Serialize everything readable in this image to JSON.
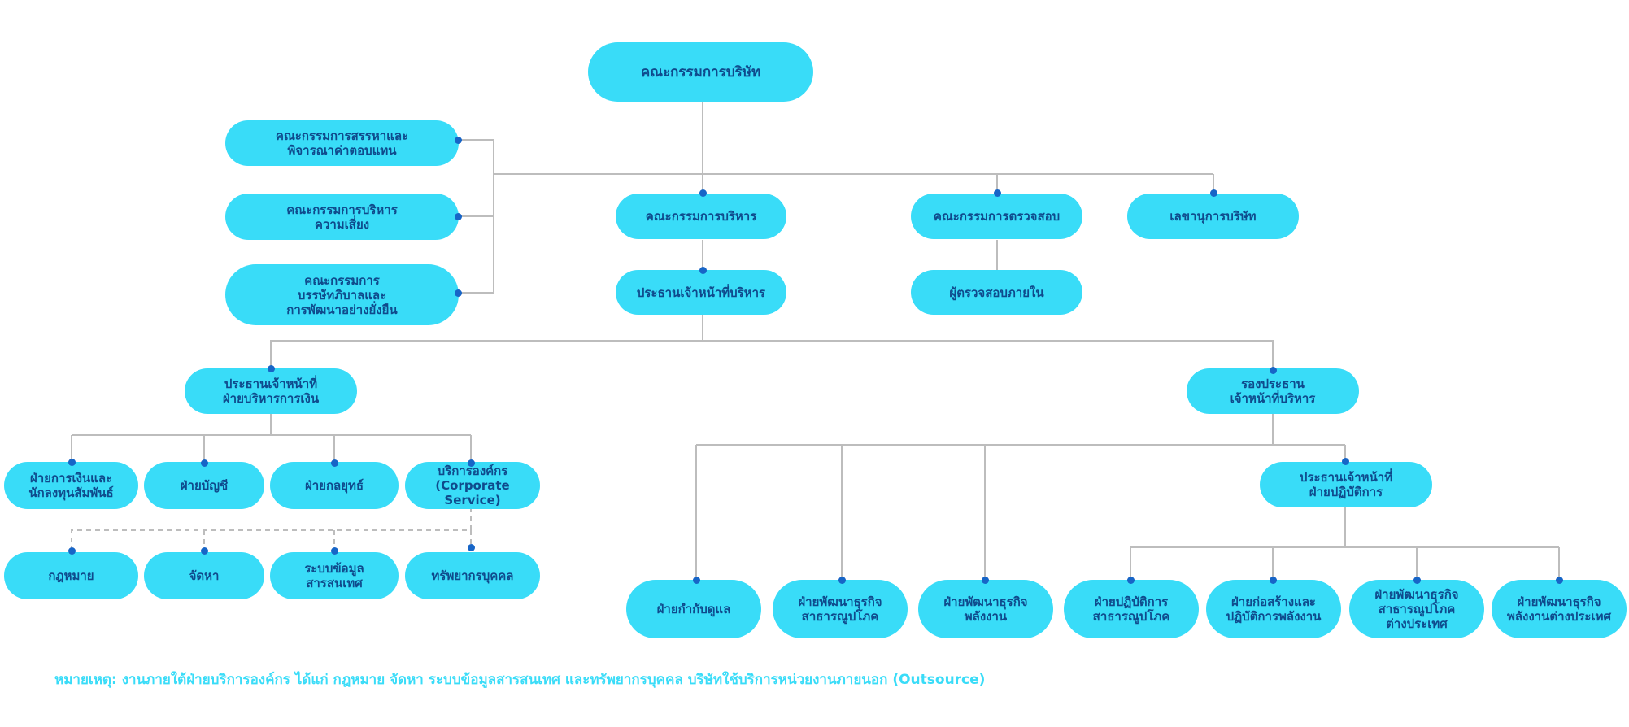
{
  "nodes": {
    "board": "คณะกรรมการบริษัท",
    "nomination": "คณะกรรมการสรรหาและ\nพิจารณาค่าตอบแทน",
    "risk": "คณะกรรมการบริหาร\nความเสี่ยง",
    "governance": "คณะกรรมการ\nบรรษัทภิบาลและ\nการพัฒนาอย่างยั่งยืน",
    "executive_committee": "คณะกรรมการบริหาร",
    "audit_committee": "คณะกรรมการตรวจสอบ",
    "secretary": "เลขานุการบริษัท",
    "ceo": "ประธานเจ้าหน้าที่บริหาร",
    "internal_audit": "ผู้ตรวจสอบภายใน",
    "cfo": "ประธานเจ้าหน้าที่\nฝ่ายบริหารการเงิน",
    "deputy_ceo": "รองประธาน\nเจ้าหน้าที่บริหาร",
    "finance_ir": "ฝ่ายการเงินและ\nนักลงทุนสัมพันธ์",
    "accounting": "ฝ่ายบัญชี",
    "strategy": "ฝ่ายกลยุทธ์",
    "corporate_service": "บริการองค์กร\n(Corporate Service)",
    "legal": "กฎหมาย",
    "procurement": "จัดหา",
    "it": "ระบบข้อมูล\nสารสนเทศ",
    "hr": "ทรัพยากรบุคคล",
    "coo": "ประธานเจ้าหน้าที่\nฝ่ายปฏิบัติการ",
    "regulatory": "ฝ่ายกำกับดูแล",
    "utility_biz_dev": "ฝ่ายพัฒนาธุรกิจ\nสาธารณูปโภค",
    "energy_biz_dev": "ฝ่ายพัฒนาธุรกิจ\nพลังงาน",
    "utility_ops": "ฝ่ายปฏิบัติการ\nสาธารณูปโภค",
    "energy_construction": "ฝ่ายก่อสร้างและ\nปฏิบัติการพลังงาน",
    "intl_utility_dev": "ฝ่ายพัฒนาธุรกิจ\nสาธารณูปโภค\nต่างประเทศ",
    "intl_energy_dev": "ฝ่ายพัฒนาธุรกิจ\nพลังงานต่างประเทศ"
  },
  "footnote": "หมายเหตุ: งานภายใต้ฝ่ายบริการองค์กร ได้แก่ กฎหมาย จัดหา ระบบข้อมูลสารสนเทศ และทรัพยากรบุคคล บริษัทใช้บริการหน่วยงานภายนอก (Outsource)",
  "colors": {
    "node_fill": "#39dcf8",
    "node_text": "#0f4a8c",
    "connector": "#bdbdbd",
    "dot": "#1765c7",
    "footnote": "#39dcf8"
  }
}
